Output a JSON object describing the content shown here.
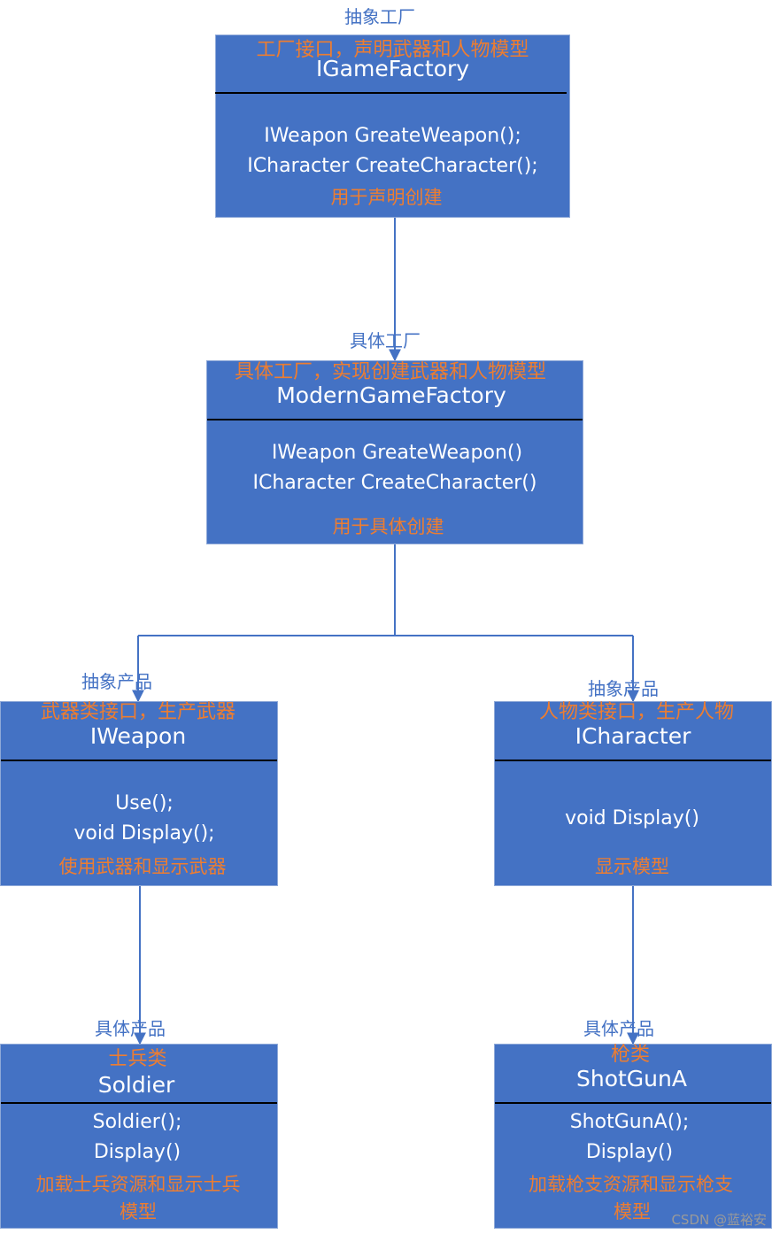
{
  "colors": {
    "box_fill": "#4472c4",
    "note_text": "#ed7d31",
    "label_text": "#4472c4",
    "connector": "#4472c4",
    "divider": "#000000"
  },
  "factory": {
    "label": "抽象工厂",
    "header": "工厂接口，声明武器和人物模型",
    "name": "IGameFactory",
    "methods": [
      "IWeapon GreateWeapon();",
      "ICharacter CreateCharacter();"
    ],
    "note": "用于声明创建"
  },
  "concrete_factory": {
    "label": "具体工厂",
    "header": "具体工厂，实现创建武器和人物模型",
    "name": "ModernGameFactory",
    "methods": [
      "IWeapon GreateWeapon()",
      "ICharacter CreateCharacter()"
    ],
    "note": "用于具体创建"
  },
  "weapon_interface": {
    "label": "抽象产品",
    "header": "武器类接口，生产武器",
    "name": "IWeapon",
    "methods": [
      "Use();",
      "void Display();"
    ],
    "note": "使用武器和显示武器"
  },
  "character_interface": {
    "label": "抽象产品",
    "header": "人物类接口，生产人物",
    "name": "ICharacter",
    "methods": [
      "void Display()"
    ],
    "note": "显示模型"
  },
  "soldier": {
    "label": "具体产品",
    "header": "士兵类",
    "name": "Soldier",
    "methods": [
      "Soldier();",
      "Display()"
    ],
    "note_lines": [
      "加载士兵资源和显示士兵",
      "模型"
    ]
  },
  "shotgun": {
    "label": "具体产品",
    "header": "枪类",
    "name": "ShotGunA",
    "methods": [
      "ShotGunA();",
      "Display()"
    ],
    "note_lines": [
      "加载枪支资源和显示枪支",
      "模型"
    ]
  },
  "watermark": "CSDN @蓝裕安"
}
